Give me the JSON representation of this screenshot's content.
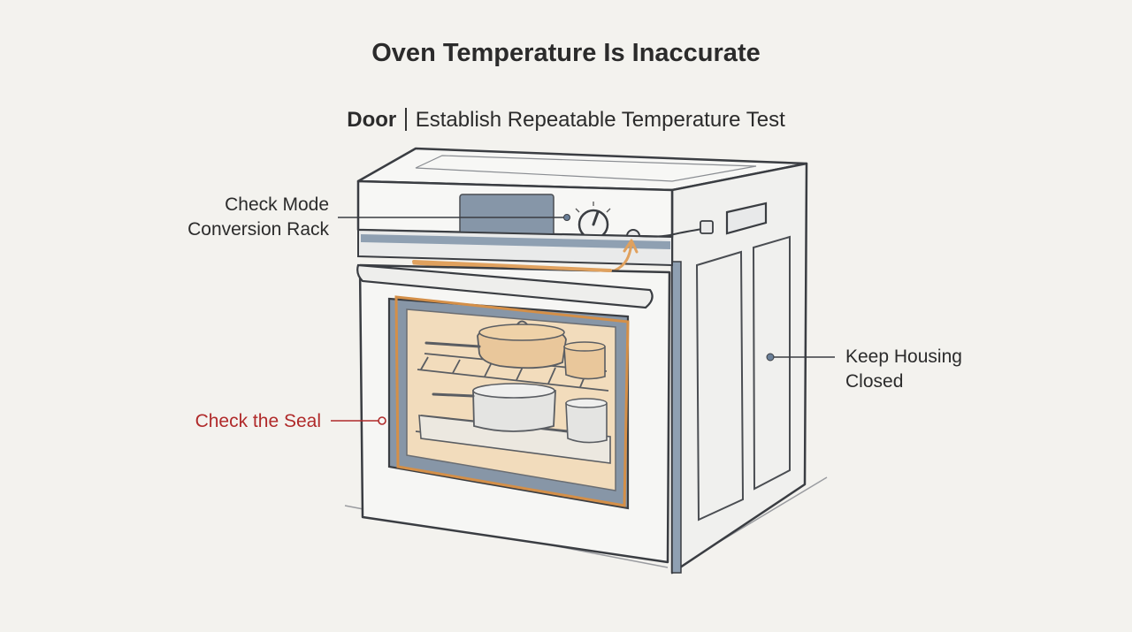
{
  "title": "Oven Temperature Is Inaccurate",
  "subtitle": {
    "section": "Door",
    "step": "Establish Repeatable Temperature Test"
  },
  "callouts": {
    "mode_rack_line1": "Check Mode",
    "mode_rack_line2": "Conversion Rack",
    "seal": "Check the Seal",
    "housing_line1": "Keep Housing",
    "housing_line2": "Closed"
  },
  "colors": {
    "background": "#f3f2ee",
    "outline": "#3a3d42",
    "accent_orange": "#e0a15e",
    "warning_red": "#b02a2a",
    "panel_blue": "#8696a8",
    "glass_tint": "#f2dcbc"
  }
}
